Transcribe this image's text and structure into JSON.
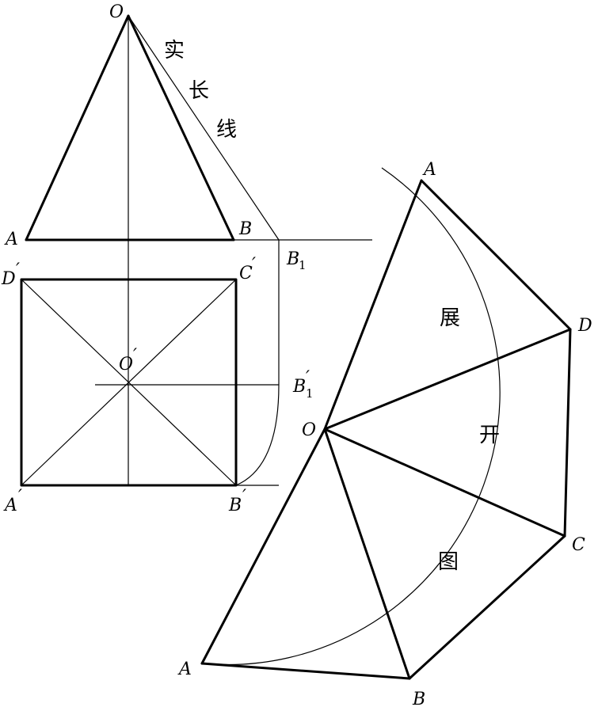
{
  "front_view": {
    "apex": "O",
    "left": "A",
    "right": "B",
    "true_length_point": "B",
    "true_length_subscript": "1",
    "true_length_text": [
      "实",
      "长",
      "线"
    ]
  },
  "top_view": {
    "corner_tl": "D",
    "corner_tr": "C",
    "corner_bl": "A",
    "corner_br": "B",
    "center": "O",
    "rotated_point": "B",
    "rotated_subscript": "1",
    "prime": "′"
  },
  "development": {
    "apex": "O",
    "labels": [
      "A",
      "D",
      "C",
      "B",
      "A"
    ],
    "caption": [
      "展",
      "开",
      "图"
    ]
  }
}
